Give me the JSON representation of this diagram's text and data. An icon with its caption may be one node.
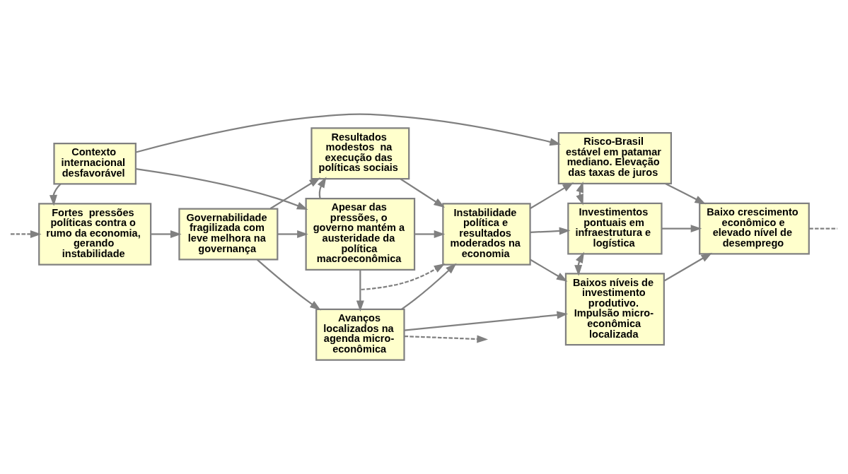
{
  "diagram": {
    "nodes": [
      {
        "text": [
          "Contexto internacional desfavorável"
        ]
      },
      {
        "text": [
          "Resultados modestos  na execução das políticas sociais"
        ]
      },
      {
        "text": [
          "Risco-Brasil estável em patamar mediano. Elevação das taxas de juros"
        ]
      },
      {
        "text": [
          "Apesar das pressões, o governo mantém a austeridade da política macroeconômica"
        ]
      },
      {
        "text": [
          "Instabilidade política e resultados moderados na economia"
        ]
      },
      {
        "text": [
          "Investimentos pontuais em infraestrutura e logística"
        ]
      },
      {
        "text": [
          "Baixo crescimento econômico e elevado nível de desemprego"
        ]
      },
      {
        "text": [
          "Fortes  pressões políticas contra o rumo da economia, gerando instabilidade"
        ]
      },
      {
        "text": [
          "Governabilidade fragilizada com leve melhora na governança"
        ]
      },
      {
        "text": [
          "Avanços localizados na agenda micro-econômica"
        ]
      },
      {
        "text": [
          "Baixos níveis de investimento produtivo. Impulsão micro-econômica localizada"
        ]
      }
    ],
    "edges": [
      {
        "from": 0,
        "to": 2,
        "arrow": "to"
      },
      {
        "from": 0,
        "to": 3,
        "arrow": "to"
      },
      {
        "from": 0,
        "to": 7,
        "arrow": "to"
      },
      {
        "from": 7,
        "to": 8,
        "arrow": "to"
      },
      {
        "from": 8,
        "to": 1,
        "arrow": "to"
      },
      {
        "from": 8,
        "to": 3,
        "arrow": "to"
      },
      {
        "from": 8,
        "to": 9,
        "arrow": "to"
      },
      {
        "from": 3,
        "to": 1,
        "arrow": "to"
      },
      {
        "from": 3,
        "to": 9,
        "arrow": "to"
      },
      {
        "from": 1,
        "to": 4,
        "arrow": "to"
      },
      {
        "from": 3,
        "to": 4,
        "arrow": "to"
      },
      {
        "from": 9,
        "to": 4,
        "arrow": "to"
      },
      {
        "from": 9,
        "to": 10,
        "arrow": "to"
      },
      {
        "from": 4,
        "to": 2,
        "arrow": "to"
      },
      {
        "from": 4,
        "to": 5,
        "arrow": "to"
      },
      {
        "from": 4,
        "to": 10,
        "arrow": "to"
      },
      {
        "from": 5,
        "to": 2,
        "arrow": "both"
      },
      {
        "from": 5,
        "to": 10,
        "arrow": "both"
      },
      {
        "from": 2,
        "to": 6,
        "arrow": "to"
      },
      {
        "from": 5,
        "to": 6,
        "arrow": "to"
      },
      {
        "from": 10,
        "to": 6,
        "arrow": "to"
      },
      {
        "from": 6,
        "to": null,
        "arrow": "none",
        "style": "dashed"
      },
      {
        "from": null,
        "to": 7,
        "arrow": "to",
        "style": "dashed"
      },
      {
        "from": 9,
        "to": null,
        "arrow": "to",
        "style": "dashed"
      },
      {
        "from": null,
        "to": 4,
        "arrow": "to",
        "style": "dashed"
      }
    ]
  }
}
